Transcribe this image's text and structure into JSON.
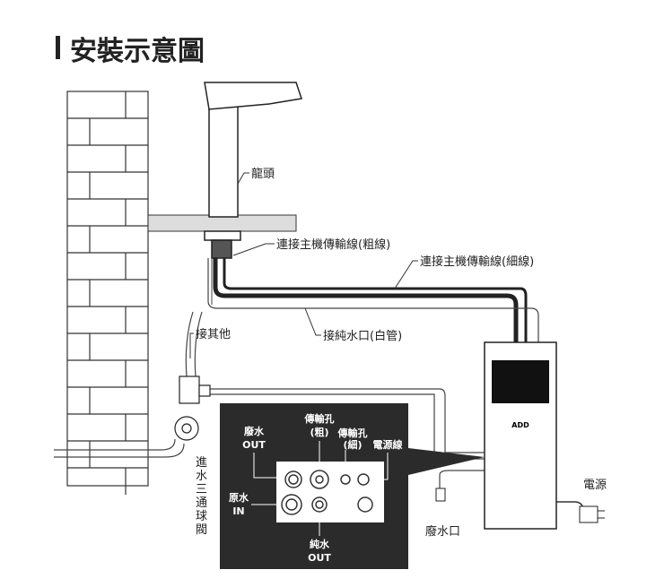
{
  "title": "安裝示意圖",
  "labels": {
    "faucet": "龍頭",
    "thick_cable": "連接主機傳輸線(粗線)",
    "thin_cable": "連接主機傳輸線(細線)",
    "other": "接其他",
    "pure_water": "接純水口(白管)",
    "inlet_valve": [
      "進",
      "水",
      "三",
      "通",
      "球",
      "閥"
    ],
    "power": "電源",
    "drain": "廢水口",
    "unit_brand": "ADD"
  },
  "panel": {
    "waste_out": [
      "廢水",
      "OUT"
    ],
    "port_thick": [
      "傳輸孔",
      "(粗)"
    ],
    "port_thin": [
      "傳輸孔",
      "(細)"
    ],
    "power_cord": "電源線",
    "raw_in": [
      "原水",
      "IN"
    ],
    "pure_out": [
      "純水",
      "OUT"
    ]
  },
  "colors": {
    "panel_bg": "#2b2b2b",
    "line": "#222222"
  }
}
